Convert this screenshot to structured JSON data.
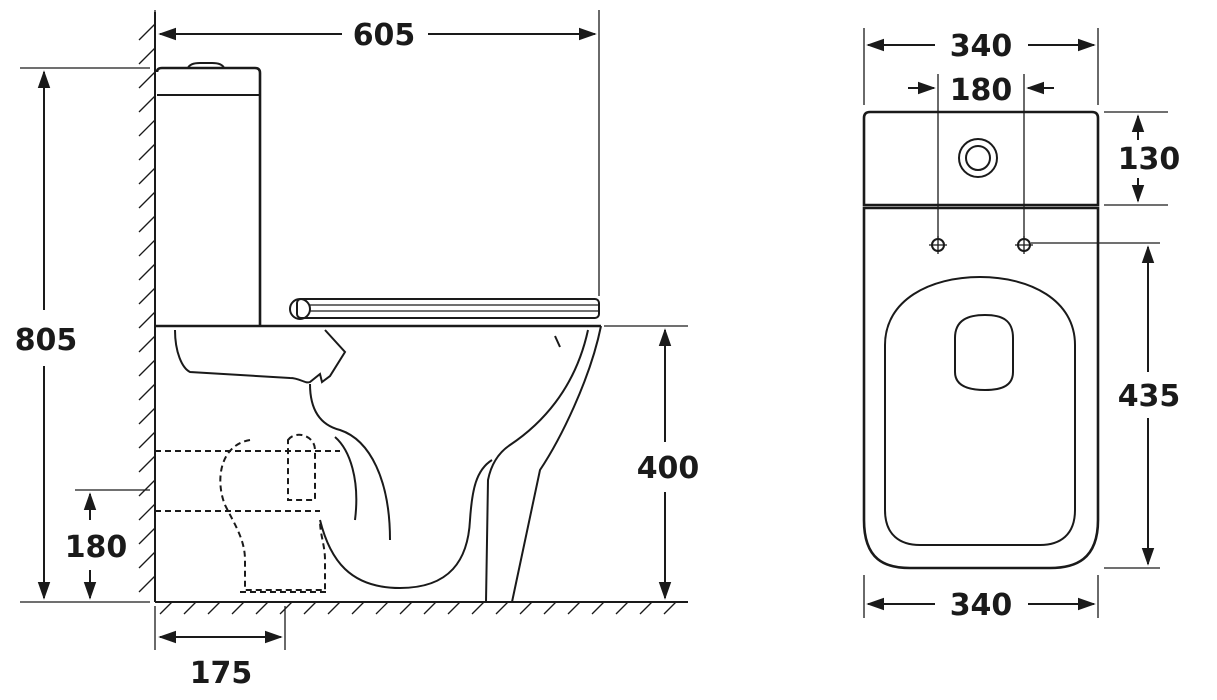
{
  "dimensions": {
    "side_width": "605",
    "side_height": "805",
    "side_seat_height": "400",
    "side_outlet_height": "180",
    "side_outlet_offset": "175",
    "top_width_tank": "340",
    "top_bolt_spacing": "180",
    "top_tank_depth": "130",
    "top_bowl_depth": "435",
    "top_width_base": "340"
  }
}
